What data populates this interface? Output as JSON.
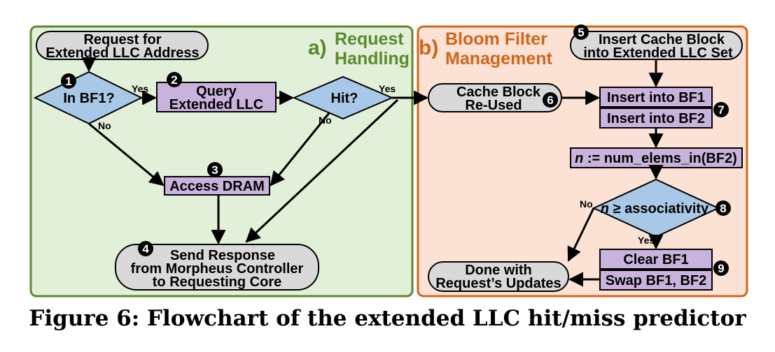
{
  "panels": {
    "a_letter": "a)",
    "a_title_line1": "Request",
    "a_title_line2": "Handling",
    "b_letter": "b)",
    "b_title_line1": "Bloom Filter",
    "b_title_line2": "Management"
  },
  "nodes": {
    "request_line1": "Request for",
    "request_line2": "Extended LLC Address",
    "in_bf1": "In BF1?",
    "query_line1": "Query",
    "query_line2": "Extended LLC",
    "hit": "Hit?",
    "access_dram": "Access DRAM",
    "send_line1": "Send Response",
    "send_line2": "from Morpheus Controller",
    "send_line3": "to Requesting Core",
    "reused_line1": "Cache Block",
    "reused_line2": "Re-Used",
    "insert_cb_line1": "Insert Cache Block",
    "insert_cb_line2": "into Extended LLC Set",
    "insert_bf1": "Insert into BF1",
    "insert_bf2": "Insert into BF2",
    "n_assign_var": "n",
    "n_assign_rest": " := num_elems_in(BF2)",
    "assoc_var": "n",
    "assoc_rest": " ≥ associativity",
    "clear_bf1": "Clear BF1",
    "swap_bf": "Swap BF1, BF2",
    "done_line1": "Done with",
    "done_line2": "Request’s Updates"
  },
  "edge_labels": {
    "yes1": "Yes",
    "no1": "No",
    "yes2": "Yes",
    "no2": "No",
    "no3": "No",
    "yes3": "Yes"
  },
  "step_numbers": [
    "1",
    "2",
    "3",
    "4",
    "5",
    "6",
    "7",
    "8",
    "9"
  ],
  "caption": "Figure 6: Flowchart of the extended LLC hit/miss predictor",
  "colors": {
    "panel_a_fill": "#e2efd9",
    "panel_a_border": "#5b8a2e",
    "panel_b_fill": "#fbe2d5",
    "panel_b_border": "#d0651a",
    "terminal_fill": "#d9d9d9",
    "process_fill": "#c9b3dc",
    "decision_fill": "#a9c8e8"
  }
}
